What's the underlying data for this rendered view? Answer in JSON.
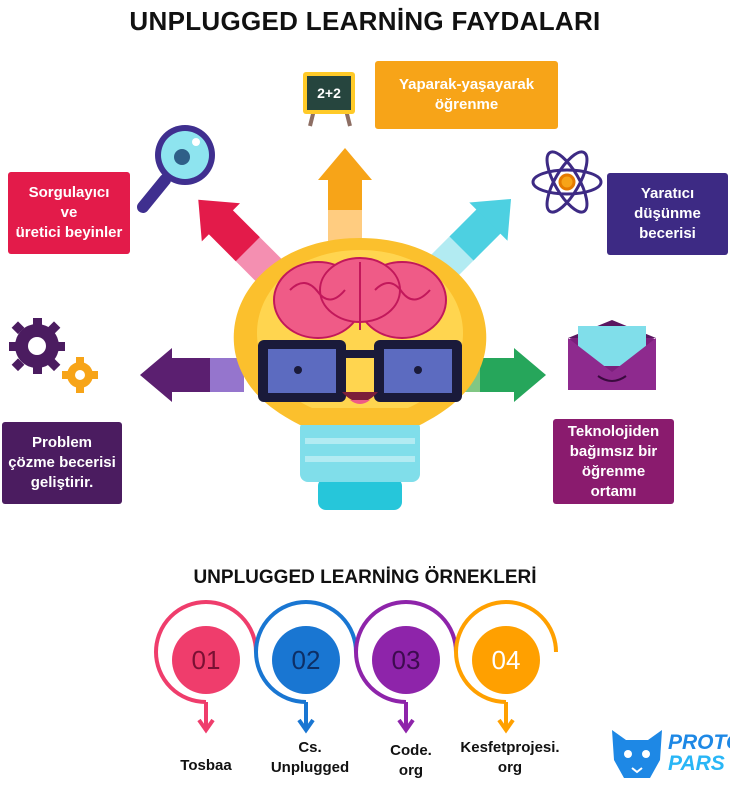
{
  "title": "UNPLUGGED LEARNİNG FAYDALARI",
  "benefits": {
    "doing": "Yaparak-yaşayarak\nöğrenme",
    "questioning": "Sorgulayıcı\nve\nüretici beyinler",
    "creative": "Yaratıcı\ndüşünme\nbecerisi",
    "problem": "Problem\nçözme becerisi\ngeliştirir.",
    "tech": "Teknolojiden\nbağımsız bir\nöğrenme\nortamı"
  },
  "board_text": "2+2",
  "examples_title": "UNPLUGGED LEARNİNG ÖRNEKLERİ",
  "examples": [
    {
      "number": "01",
      "label": "Tosbaa",
      "color": "#ef3d6c"
    },
    {
      "number": "02",
      "label": "Cs.\nUnplugged",
      "color": "#1976d2"
    },
    {
      "number": "03",
      "label": "Code.\norg",
      "color": "#8e24aa"
    },
    {
      "number": "04",
      "label": "Kesfetprojesi.\norg",
      "color": "#ffa000"
    }
  ],
  "logo": {
    "line1": "PROTO",
    "line2": "PARS"
  },
  "colors": {
    "orange": "#f7a418",
    "red": "#e31b4a",
    "indigo": "#3d2a84",
    "purple": "#4b1c60",
    "magenta": "#8a1b6e",
    "cyan": "#4dd0e1",
    "green": "#26a65b"
  }
}
